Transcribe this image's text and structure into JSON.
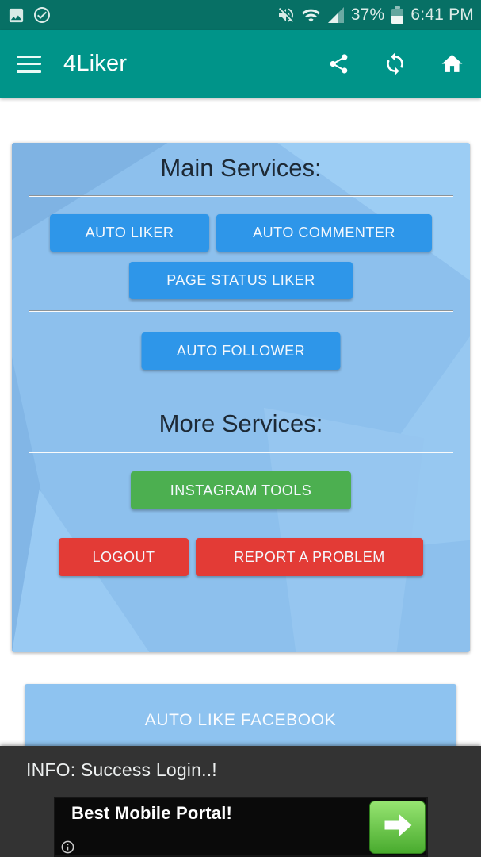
{
  "status_bar": {
    "time": "6:41 PM",
    "battery_percent": "37%"
  },
  "app_bar": {
    "title": "4Liker"
  },
  "main_card": {
    "heading_main": "Main Services:",
    "heading_more": "More Services:",
    "buttons": {
      "auto_liker": "AUTO LIKER",
      "auto_commenter": "AUTO COMMENTER",
      "page_status_liker": "PAGE STATUS LIKER",
      "auto_follower": "AUTO FOLLOWER",
      "instagram_tools": "INSTAGRAM TOOLS",
      "logout": "LOGOUT",
      "report_a_problem": "REPORT A PROBLEM"
    }
  },
  "facebook_card": {
    "label": "AUTO LIKE FACEBOOK"
  },
  "toast": {
    "message": "INFO: Success Login..!"
  },
  "ad": {
    "title": "Best Mobile Portal!"
  },
  "colors": {
    "status_bar_bg": "#077065",
    "app_bar_bg": "#009489",
    "card_bg": "#8dc0ed",
    "button_blue": "#2e96e9",
    "button_green": "#4caf50",
    "button_red": "#e33b36",
    "panel_dark": "#333333",
    "ad_bg": "#0a0a0a",
    "ad_arrow_green": "#49ab2e"
  }
}
